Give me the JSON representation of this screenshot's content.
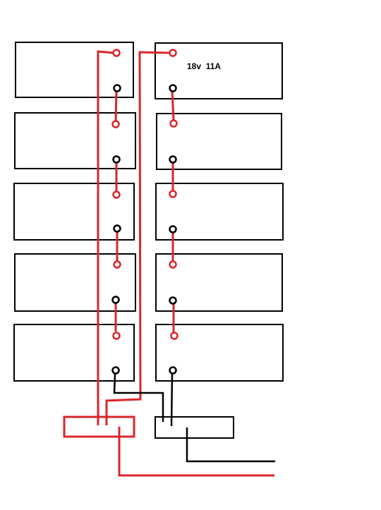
{
  "diagram": {
    "rating_label": "18v  11A",
    "colors": {
      "background": "#ffffff",
      "positive": "#d9262b",
      "negative": "#000000",
      "outline": "#000000"
    },
    "left_column": {
      "battery_count": 5
    },
    "right_column": {
      "battery_count": 5
    },
    "combiner_boxes": [
      "positive-combiner-box",
      "negative-combiner-box"
    ]
  }
}
